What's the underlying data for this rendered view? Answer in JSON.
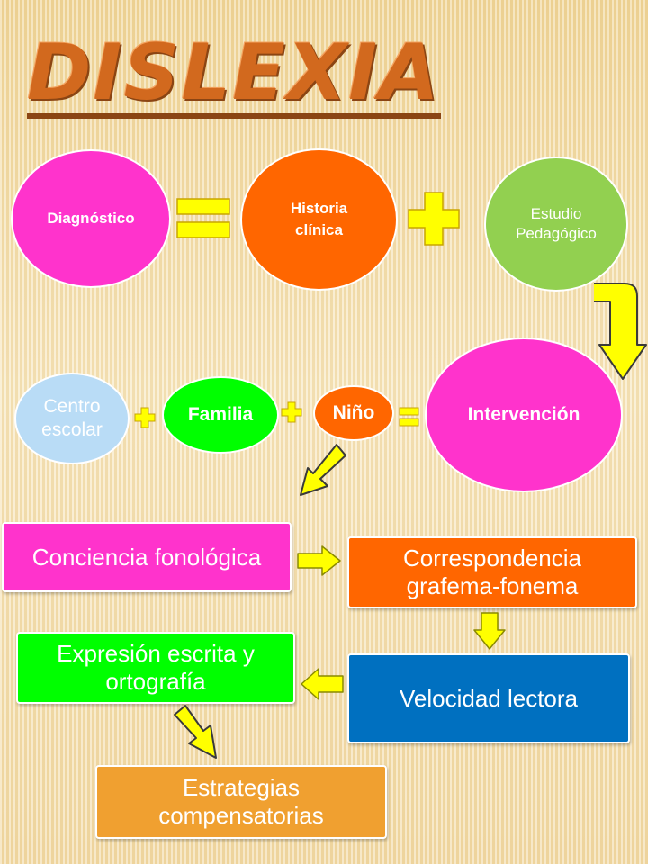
{
  "title": "DISLEXIA",
  "nodes": {
    "diagnostico": "Diagnóstico",
    "historia": "Historia clínica",
    "estudio": "Estudio Pedagógico",
    "intervencion": "Intervención",
    "centro": "Centro escolar",
    "familia": "Familia",
    "nino": "Niño",
    "conciencia": "Conciencia fonológica",
    "correspondencia": "Correspondencia grafema-fonema",
    "velocidad": "Velocidad lectora",
    "expresion": "Expresión escrita y ortografía",
    "estrategias": "Estrategias compensatorias"
  },
  "colors": {
    "magenta": "#ff33cc",
    "orange": "#ff6600",
    "light_green": "#92d050",
    "light_blue": "#b9dcf6",
    "bright_green": "#00ff00",
    "blue": "#0070c0",
    "amber": "#f0a030",
    "yellow": "#ffff00",
    "title": "#d2691e"
  }
}
